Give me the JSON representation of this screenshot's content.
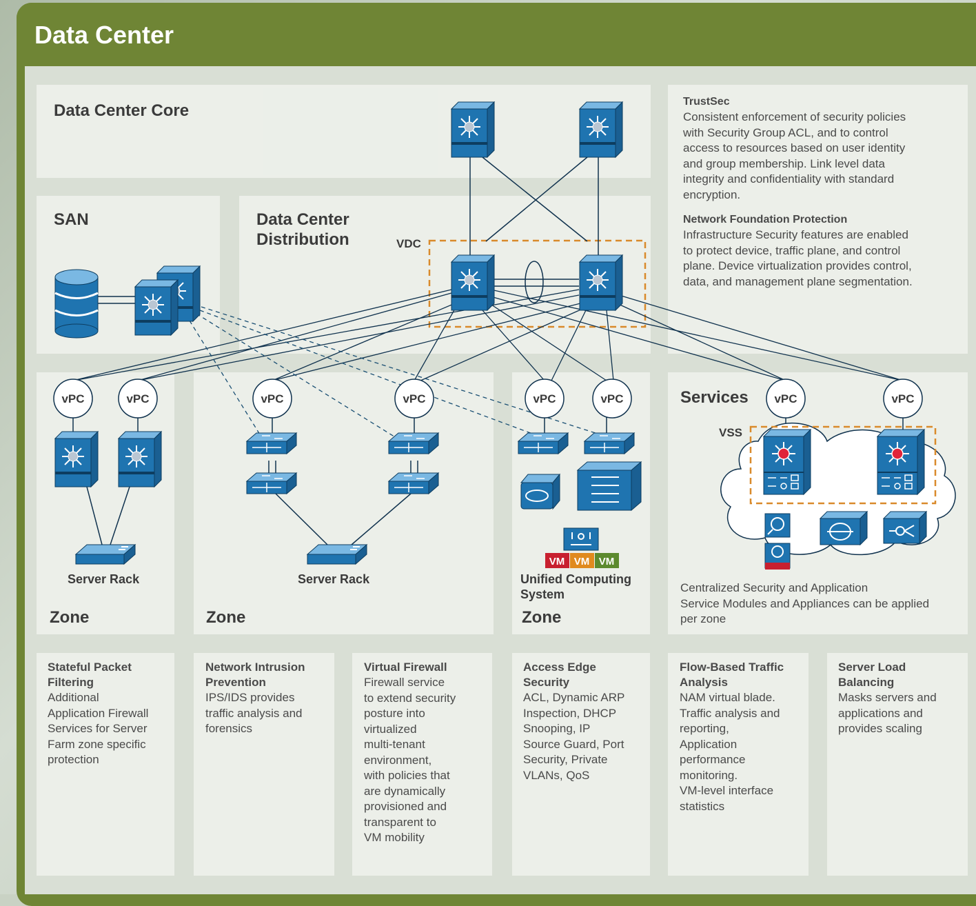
{
  "title": "Data Center",
  "panels": {
    "core": "Data Center Core",
    "san": "SAN",
    "distribution_line1": "Data Center",
    "distribution_line2": "Distribution",
    "services": "Services"
  },
  "labels": {
    "vdc": "VDC",
    "vss": "VSS",
    "vpc": "vPC",
    "server_rack_1": "Server Rack",
    "server_rack_2": "Server Rack",
    "ucs_line1": "Unified Computing",
    "ucs_line2": "System",
    "vm": "VM"
  },
  "zones": [
    "Zone",
    "Zone",
    "Zone"
  ],
  "trustsec": {
    "title": "TrustSec",
    "lines": [
      "Consistent enforcement of security policies",
      "with Security Group ACL, and to control",
      "access to resources based on user identity",
      "and group membership. Link level data",
      "integrity and confidentiality with standard",
      "encryption."
    ]
  },
  "nfp": {
    "title": "Network Foundation Protection",
    "lines": [
      "Infrastructure Security features are enabled",
      "to protect device, traffic plane, and control",
      "plane. Device virtualization provides control,",
      "data, and management plane segmentation."
    ]
  },
  "services_desc": [
    "Centralized Security and Application",
    "Service Modules and Appliances can be applied",
    "per zone"
  ],
  "features": [
    {
      "title": [
        "Stateful Packet",
        "Filtering"
      ],
      "body": [
        "Additional",
        "Application Firewall",
        "Services for Server",
        "Farm zone specific",
        "protection"
      ]
    },
    {
      "title": [
        "Network Intrusion",
        "Prevention"
      ],
      "body": [
        "IPS/IDS provides",
        "traffic analysis and",
        "forensics"
      ]
    },
    {
      "title": [
        "Virtual Firewall"
      ],
      "body": [
        "Firewall service",
        "to extend security",
        "posture into",
        "virtualized",
        "multi-tenant",
        "environment,",
        "with policies that",
        "are dynamically",
        "provisioned and",
        "transparent to",
        "VM mobility"
      ]
    },
    {
      "title": [
        "Access Edge",
        "Security"
      ],
      "body": [
        "ACL, Dynamic ARP",
        "Inspection, DHCP",
        "Snooping, IP",
        "Source Guard, Port",
        "Security, Private",
        "VLANs, QoS"
      ]
    },
    {
      "title": [
        "Flow-Based Traffic",
        "Analysis"
      ],
      "body": [
        "NAM virtual blade.",
        "Traffic analysis and",
        "reporting,",
        "Application",
        "performance",
        "monitoring.",
        "VM-level interface",
        "statistics"
      ]
    },
    {
      "title": [
        "Server Load",
        "Balancing"
      ],
      "body": [
        "Masks servers and",
        "applications and",
        "provides scaling"
      ]
    }
  ],
  "colors": {
    "header": "#6f8535",
    "device": "#1f74b0",
    "vdc_border": "#d98a2b",
    "vm_red": "#c8202f",
    "vm_orange": "#e08a1e",
    "vm_green": "#5c8a2e"
  }
}
